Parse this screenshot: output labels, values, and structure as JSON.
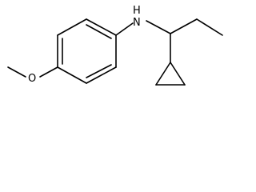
{
  "molecule": {
    "atoms": [
      {
        "id": "nitrogen",
        "label": "N"
      },
      {
        "id": "hydrogen",
        "label": "H"
      },
      {
        "id": "oxygen",
        "label": "O"
      }
    ],
    "bond_color": "#000000",
    "background": "#ffffff"
  }
}
